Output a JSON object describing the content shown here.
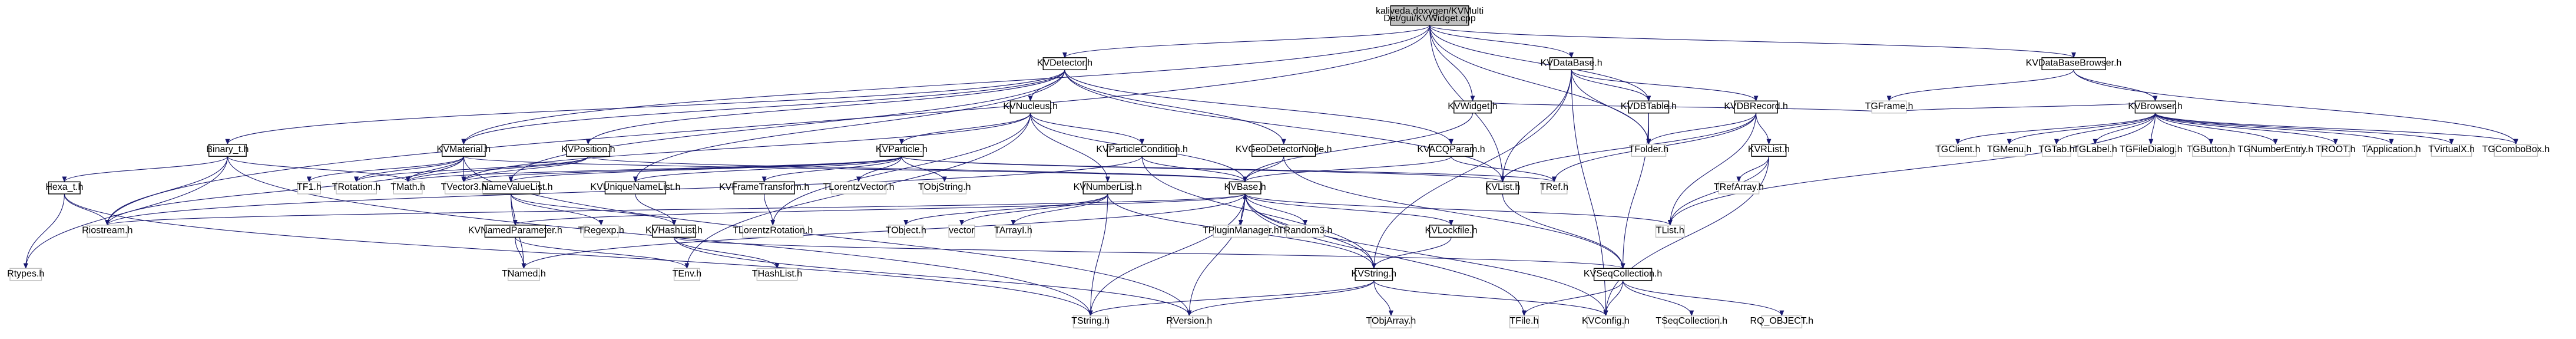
{
  "diagram": {
    "type": "include-dependency-graph",
    "colors": {
      "edge": "#191970",
      "node_border": "#000000",
      "node_fill": "#ffffff",
      "external_border": "#bfbfbf",
      "external_text": "#000000",
      "root_fill": "#bfbfbf",
      "background": "#ffffff"
    },
    "nodes": [
      {
        "id": "root",
        "label": "kaliveda.doxygen/KVMulti\nDet/gui/KVWidget.cpp",
        "root": true
      },
      {
        "id": "KVDetector",
        "label": "KVDetector.h"
      },
      {
        "id": "KVDataBase",
        "label": "KVDataBase.h"
      },
      {
        "id": "KVDataBaseBrowser",
        "label": "KVDataBaseBrowser.h"
      },
      {
        "id": "KVNucleus",
        "label": "KVNucleus.h"
      },
      {
        "id": "KVWidget",
        "label": "KVWidget.h"
      },
      {
        "id": "KVDBTable",
        "label": "KVDBTable.h"
      },
      {
        "id": "KVDBRecord",
        "label": "KVDBRecord.h"
      },
      {
        "id": "KVBrowser",
        "label": "KVBrowser.h"
      },
      {
        "id": "Binary_t",
        "label": "Binary_t.h"
      },
      {
        "id": "KVMaterial",
        "label": "KVMaterial.h"
      },
      {
        "id": "KVPosition",
        "label": "KVPosition.h"
      },
      {
        "id": "KVParticle",
        "label": "KVParticle.h"
      },
      {
        "id": "KVParticleCondition",
        "label": "KVParticleCondition.h"
      },
      {
        "id": "KVGeoDetectorNode",
        "label": "KVGeoDetectorNode.h"
      },
      {
        "id": "KVACQParam",
        "label": "KVACQParam.h"
      },
      {
        "id": "KVRList",
        "label": "KVRList.h"
      },
      {
        "id": "Hexa_t",
        "label": "Hexa_t.h"
      },
      {
        "id": "KVNameValueList",
        "label": "KVNameValueList.h"
      },
      {
        "id": "KVUniqueNameList",
        "label": "KVUniqueNameList.h"
      },
      {
        "id": "KVFrameTransform",
        "label": "KVFrameTransform.h"
      },
      {
        "id": "KVNumberList",
        "label": "KVNumberList.h"
      },
      {
        "id": "KVBase",
        "label": "KVBase.h"
      },
      {
        "id": "KVList",
        "label": "KVList.h"
      },
      {
        "id": "KVNamedParameter",
        "label": "KVNamedParameter.h"
      },
      {
        "id": "KVHashList",
        "label": "KVHashList.h"
      },
      {
        "id": "KVLockfile",
        "label": "KVLockfile.h"
      },
      {
        "id": "KVString",
        "label": "KVString.h"
      },
      {
        "id": "KVSeqCollection",
        "label": "KVSeqCollection.h"
      },
      {
        "id": "Riostream",
        "label": "Riostream.h",
        "ext": true
      },
      {
        "id": "Rtypes",
        "label": "Rtypes.h",
        "ext": true
      },
      {
        "id": "TF1",
        "label": "TF1.h",
        "ext": true
      },
      {
        "id": "TRotation",
        "label": "TRotation.h",
        "ext": true
      },
      {
        "id": "TMath",
        "label": "TMath.h",
        "ext": true
      },
      {
        "id": "TVector3",
        "label": "TVector3.h",
        "ext": true
      },
      {
        "id": "TLorentzVector",
        "label": "TLorentzVector.h",
        "ext": true
      },
      {
        "id": "TObjString",
        "label": "TObjString.h",
        "ext": true
      },
      {
        "id": "TRef",
        "label": "TRef.h",
        "ext": true
      },
      {
        "id": "TFolder",
        "label": "TFolder.h",
        "ext": true
      },
      {
        "id": "TRefArray",
        "label": "TRefArray.h",
        "ext": true
      },
      {
        "id": "TList",
        "label": "TList.h",
        "ext": true
      },
      {
        "id": "TFrame",
        "label": "TGFrame.h",
        "ext": true
      },
      {
        "id": "TGClient",
        "label": "TGClient.h",
        "ext": true
      },
      {
        "id": "TGMenu",
        "label": "TGMenu.h",
        "ext": true
      },
      {
        "id": "TGTab",
        "label": "TGTab.h",
        "ext": true
      },
      {
        "id": "TGLabel",
        "label": "TGLabel.h",
        "ext": true
      },
      {
        "id": "TGFileDialog",
        "label": "TGFileDialog.h",
        "ext": true
      },
      {
        "id": "TGButton",
        "label": "TGButton.h",
        "ext": true
      },
      {
        "id": "TGNumberEntry",
        "label": "TGNumberEntry.h",
        "ext": true
      },
      {
        "id": "TROOT",
        "label": "TROOT.h",
        "ext": true
      },
      {
        "id": "TApplication",
        "label": "TApplication.h",
        "ext": true
      },
      {
        "id": "TVirtualX",
        "label": "TVirtualX.h",
        "ext": true
      },
      {
        "id": "TGComboBox",
        "label": "TGComboBox.h",
        "ext": true
      },
      {
        "id": "TRegexp",
        "label": "TRegexp.h",
        "ext": true
      },
      {
        "id": "TLorentzRotation",
        "label": "TLorentzRotation.h",
        "ext": true
      },
      {
        "id": "TObject",
        "label": "TObject.h",
        "ext": true
      },
      {
        "id": "vector",
        "label": "vector",
        "ext": true
      },
      {
        "id": "TArrayI",
        "label": "TArrayI.h",
        "ext": true
      },
      {
        "id": "TPluginManager",
        "label": "TPluginManager.h",
        "ext": true
      },
      {
        "id": "TRandom3",
        "label": "TRandom3.h",
        "ext": true
      },
      {
        "id": "TNamed",
        "label": "TNamed.h",
        "ext": true
      },
      {
        "id": "TEnv",
        "label": "TEnv.h",
        "ext": true
      },
      {
        "id": "THashList",
        "label": "THashList.h",
        "ext": true
      },
      {
        "id": "TString",
        "label": "TString.h",
        "ext": true
      },
      {
        "id": "RVersion",
        "label": "RVersion.h",
        "ext": true
      },
      {
        "id": "TObjArray",
        "label": "TObjArray.h",
        "ext": true
      },
      {
        "id": "TFile",
        "label": "TFile.h",
        "ext": true
      },
      {
        "id": "KVConfig",
        "label": "KVConfig.h",
        "ext": true
      },
      {
        "id": "TSeqCollection",
        "label": "TSeqCollection.h",
        "ext": true
      },
      {
        "id": "RQ_OBJECT",
        "label": "RQ_OBJECT.h",
        "ext": true
      }
    ],
    "edges": [
      [
        "root",
        "KVDetector"
      ],
      [
        "root",
        "KVDataBase"
      ],
      [
        "root",
        "KVDataBaseBrowser"
      ],
      [
        "root",
        "KVWidget"
      ],
      [
        "root",
        "KVDBTable"
      ],
      [
        "root",
        "KVList"
      ],
      [
        "root",
        "Riostream"
      ],
      [
        "root",
        "KVMaterial"
      ],
      [
        "root",
        "TFolder"
      ],
      [
        "KVDetector",
        "Binary_t"
      ],
      [
        "KVDetector",
        "KVMaterial"
      ],
      [
        "KVDetector",
        "KVPosition"
      ],
      [
        "KVDetector",
        "KVNucleus"
      ],
      [
        "KVDetector",
        "KVGeoDetectorNode"
      ],
      [
        "KVDetector",
        "KVACQParam"
      ],
      [
        "KVDetector",
        "KVList"
      ],
      [
        "KVDetector",
        "KVUniqueNameList"
      ],
      [
        "KVDetector",
        "KVNameValueList"
      ],
      [
        "KVNucleus",
        "KVParticle"
      ],
      [
        "KVNucleus",
        "KVParticleCondition"
      ],
      [
        "KVNucleus",
        "KVNumberList"
      ],
      [
        "KVNucleus",
        "TVector3"
      ],
      [
        "KVNucleus",
        "TLorentzRotation"
      ],
      [
        "KVNucleus",
        "KVBase"
      ],
      [
        "KVNucleus",
        "TEnv"
      ],
      [
        "KVDataBase",
        "KVDBTable"
      ],
      [
        "KVDataBase",
        "KVDBRecord"
      ],
      [
        "KVDataBase",
        "KVList"
      ],
      [
        "KVDataBase",
        "TFolder"
      ],
      [
        "KVDataBase",
        "KVString"
      ],
      [
        "KVDataBase",
        "KVConfig"
      ],
      [
        "KVDBTable",
        "TFolder"
      ],
      [
        "KVDBTable",
        "KVSeqCollection"
      ],
      [
        "KVDBRecord",
        "TFolder"
      ],
      [
        "KVDBRecord",
        "KVRList"
      ],
      [
        "KVDBRecord",
        "TList"
      ],
      [
        "KVDBRecord",
        "KVList"
      ],
      [
        "KVDBRecord",
        "TRef"
      ],
      [
        "KVRList",
        "TRefArray"
      ],
      [
        "KVRList",
        "TList"
      ],
      [
        "KVRList",
        "KVConfig"
      ],
      [
        "KVDataBaseBrowser",
        "KVBrowser"
      ],
      [
        "KVDataBaseBrowser",
        "TFrame"
      ],
      [
        "KVDataBaseBrowser",
        "TGComboBox"
      ],
      [
        "KVBrowser",
        "TFrame"
      ],
      [
        "KVBrowser",
        "TGClient"
      ],
      [
        "KVBrowser",
        "TGMenu"
      ],
      [
        "KVBrowser",
        "TGTab"
      ],
      [
        "KVBrowser",
        "TGLabel"
      ],
      [
        "KVBrowser",
        "TGFileDialog"
      ],
      [
        "KVBrowser",
        "TGButton"
      ],
      [
        "KVBrowser",
        "TGNumberEntry"
      ],
      [
        "KVBrowser",
        "TROOT"
      ],
      [
        "KVBrowser",
        "TApplication"
      ],
      [
        "KVBrowser",
        "TVirtualX"
      ],
      [
        "KVBrowser",
        "TGComboBox"
      ],
      [
        "KVBrowser",
        "TList"
      ],
      [
        "KVWidget",
        "KVBase"
      ],
      [
        "KVWidget",
        "TFrame"
      ],
      [
        "Binary_t",
        "Hexa_t"
      ],
      [
        "Binary_t",
        "Rtypes"
      ],
      [
        "Binary_t",
        "Riostream"
      ],
      [
        "Binary_t",
        "TString"
      ],
      [
        "Binary_t",
        "TMath"
      ],
      [
        "Hexa_t",
        "Rtypes"
      ],
      [
        "Hexa_t",
        "Riostream"
      ],
      [
        "Hexa_t",
        "TString"
      ],
      [
        "KVMaterial",
        "TF1"
      ],
      [
        "KVMaterial",
        "TRotation"
      ],
      [
        "KVMaterial",
        "TMath"
      ],
      [
        "KVMaterial",
        "TVector3"
      ],
      [
        "KVMaterial",
        "Riostream"
      ],
      [
        "KVMaterial",
        "KVBase"
      ],
      [
        "KVMaterial",
        "RVersion"
      ],
      [
        "KVPosition",
        "TRotation"
      ],
      [
        "KVPosition",
        "TVector3"
      ],
      [
        "KVPosition",
        "TMath"
      ],
      [
        "KVPosition",
        "KVBase"
      ],
      [
        "KVParticle",
        "TVector3"
      ],
      [
        "KVParticle",
        "TLorentzVector"
      ],
      [
        "KVParticle",
        "TObjString"
      ],
      [
        "KVParticle",
        "KVNameValueList"
      ],
      [
        "KVParticle",
        "KVFrameTransform"
      ],
      [
        "KVParticle",
        "KVUniqueNameList"
      ],
      [
        "KVParticle",
        "TRef"
      ],
      [
        "KVParticle",
        "KVList"
      ],
      [
        "KVParticle",
        "TMath"
      ],
      [
        "KVParticleCondition",
        "KVBase"
      ],
      [
        "KVParticleCondition",
        "KVString"
      ],
      [
        "KVParticleCondition",
        "Riostream"
      ],
      [
        "KVGeoDetectorNode",
        "KVBase"
      ],
      [
        "KVGeoDetectorNode",
        "KVSeqCollection"
      ],
      [
        "KVACQParam",
        "KVBase"
      ],
      [
        "KVACQParam",
        "TRef"
      ],
      [
        "KVNameValueList",
        "KVNamedParameter"
      ],
      [
        "KVNameValueList",
        "KVHashList"
      ],
      [
        "KVNameValueList",
        "TRegexp"
      ],
      [
        "KVNameValueList",
        "TNamed"
      ],
      [
        "KVUniqueNameList",
        "KVHashList"
      ],
      [
        "KVFrameTransform",
        "TLorentzRotation"
      ],
      [
        "KVNamedParameter",
        "TNamed"
      ],
      [
        "KVNamedParameter",
        "TEnv"
      ],
      [
        "KVNamedParameter",
        "KVBase"
      ],
      [
        "KVHashList",
        "KVSeqCollection"
      ],
      [
        "KVHashList",
        "THashList"
      ],
      [
        "KVHashList",
        "RVersion"
      ],
      [
        "KVNumberList",
        "KVString"
      ],
      [
        "KVNumberList",
        "vector"
      ],
      [
        "KVNumberList",
        "TArrayI"
      ],
      [
        "KVNumberList",
        "TString"
      ],
      [
        "KVNumberList",
        "TObject"
      ],
      [
        "KVBase",
        "TNamed"
      ],
      [
        "KVBase",
        "TPluginManager"
      ],
      [
        "KVBase",
        "TRandom3"
      ],
      [
        "KVBase",
        "KVLockfile"
      ],
      [
        "KVBase",
        "KVString"
      ],
      [
        "KVBase",
        "Riostream"
      ],
      [
        "KVBase",
        "RVersion"
      ],
      [
        "KVBase",
        "TList"
      ],
      [
        "KVBase",
        "TFile"
      ],
      [
        "KVBase",
        "KVConfig"
      ],
      [
        "KVBase",
        "TString"
      ],
      [
        "KVList",
        "KVSeqCollection"
      ],
      [
        "KVLockfile",
        "KVString"
      ],
      [
        "KVString",
        "TString"
      ],
      [
        "KVString",
        "TObjArray"
      ],
      [
        "KVString",
        "RVersion"
      ],
      [
        "KVString",
        "KVConfig"
      ],
      [
        "KVSeqCollection",
        "TSeqCollection"
      ],
      [
        "KVSeqCollection",
        "KVConfig"
      ],
      [
        "KVSeqCollection",
        "TFile"
      ],
      [
        "KVSeqCollection",
        "RQ_OBJECT"
      ]
    ]
  }
}
